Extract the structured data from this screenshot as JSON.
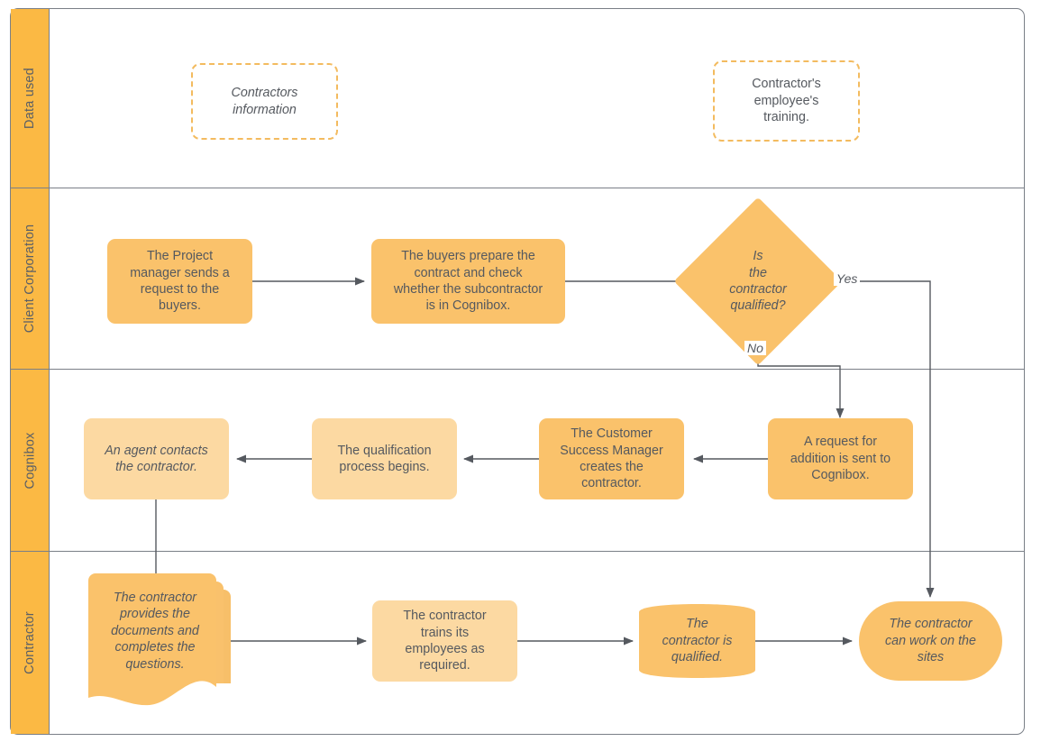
{
  "diagram": {
    "title": "Contractor qualification swimlane flowchart",
    "colors": {
      "lane_header": "#fbb944",
      "node_dark": "#fac26b",
      "node_light": "#fcd9a2",
      "dashed_border": "#f3bb5f",
      "connector": "#55595f",
      "frame_border": "#7a7f87",
      "text": "#55595f"
    }
  },
  "lanes": [
    {
      "id": "data-used",
      "label": "Data used"
    },
    {
      "id": "client-corporation",
      "label": "Client Corporation"
    },
    {
      "id": "cognibox",
      "label": "Cognibox"
    },
    {
      "id": "contractor",
      "label": "Contractor"
    }
  ],
  "nodes": {
    "contractors_information": "Contractors\ninformation",
    "contractors_employee_training": "Contractor's\nemployee's\ntraining.",
    "project_manager_request": "The Project\nmanager sends a\nrequest to the\nbuyers.",
    "buyers_prepare_contract": "The buyers prepare the\ncontract and check\nwhether the subcontractor\nis in Cognibox.",
    "is_contractor_qualified": "Is\nthe\ncontractor\nqualified?",
    "request_addition_cognibox": "A request for\naddition is sent to\nCognibox.",
    "csm_creates_contractor": "The Customer\nSuccess Manager\ncreates the\ncontractor.",
    "qualification_process": "The qualification\nprocess begins.",
    "agent_contacts_contractor": "An agent contacts\nthe contractor.",
    "contractor_provides_docs": "The contractor\nprovides the\ndocuments and\ncompletes the\nquestions.",
    "contractor_trains": "The contractor\ntrains its\nemployees as\nrequired.",
    "contractor_is_qualified": "The\ncontractor is\nqualified.",
    "contractor_can_work": "The contractor\ncan work on the\nsites"
  },
  "edge_labels": {
    "yes": "Yes",
    "no": "No"
  }
}
